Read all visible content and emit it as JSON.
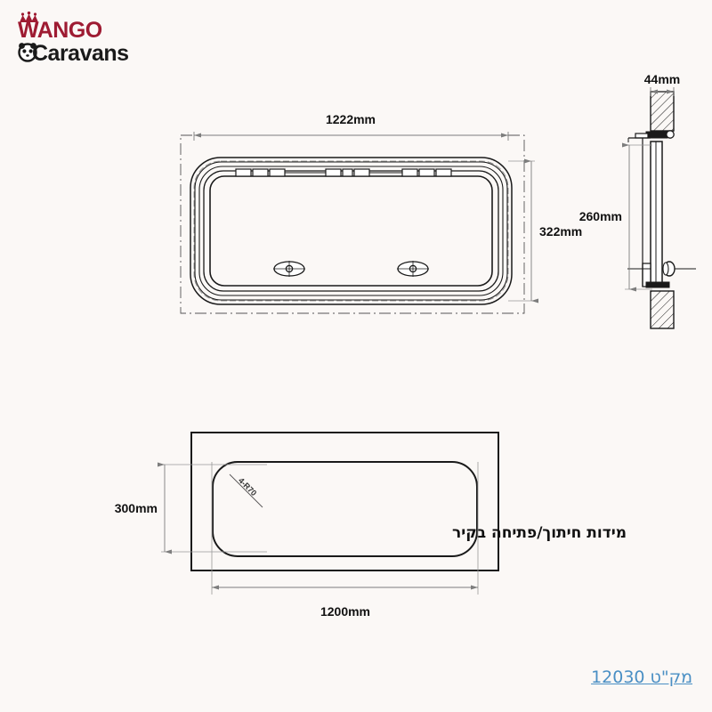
{
  "page": {
    "background_color": "#fbf8f6",
    "title": "Wango Caravans - Hatch Door Technical Drawing"
  },
  "logo": {
    "name": "wango-caravans-logo",
    "line1": "WANGO",
    "line2": "Caravans",
    "line1_color": "#9e1b32",
    "line2_color": "#1a1a1a",
    "crown_icon": "crown-icon",
    "panda_icon": "panda-face-icon"
  },
  "front_view": {
    "name": "front-elevation-view",
    "width_dimension": "1222mm",
    "height_dimension": "322mm",
    "hinge_groups": 3,
    "latch_count": 2,
    "latch_icon": "oval-latch-icon"
  },
  "side_view": {
    "name": "side-section-view",
    "thickness_dimension": "44mm",
    "height_dimension": "260mm",
    "hatch_fill": "diagonal-hatch"
  },
  "cutout_view": {
    "name": "wall-cutout-view",
    "width_dimension": "1200mm",
    "height_dimension": "300mm",
    "radius_note": "4-R70",
    "caption_hebrew": "מידות חיתוך/פתיחה בקיר"
  },
  "footer": {
    "part_number_label": "מק\"ט 12030",
    "link_color": "#4a8fc4"
  },
  "colors": {
    "line": "#1a1a1a",
    "dim_line": "#7d7d7d",
    "text": "#111111",
    "brand_red": "#9e1b32",
    "link_blue": "#4a8fc4",
    "background": "#fbf8f6"
  }
}
